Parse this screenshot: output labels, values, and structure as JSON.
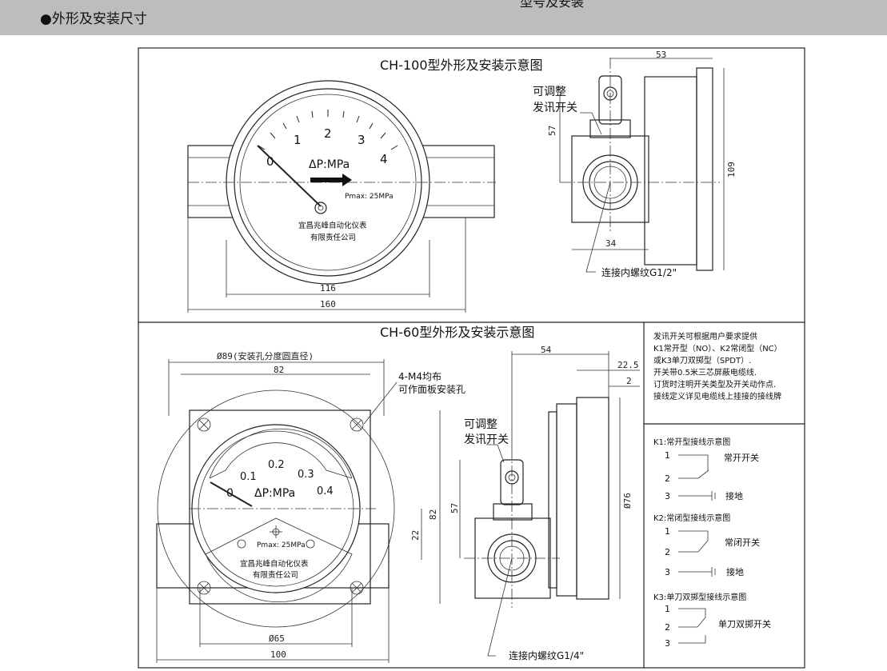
{
  "header": {
    "title": "●外形及安装尺寸",
    "clipped_text": "型号及安装"
  },
  "ch100": {
    "title": "CH-100型外形及安装示意图",
    "gauge": {
      "ticks": [
        "0",
        "1",
        "2",
        "3",
        "4"
      ],
      "unit": "ΔP:MPa",
      "pmax": "Pmax: 25MPa",
      "maker_line1": "宜昌兆峰自动化仪表",
      "maker_line2": "有限责任公司"
    },
    "dims": {
      "d116": "116",
      "d160": "160",
      "d53": "53",
      "d57": "57",
      "d109": "109",
      "d34": "34"
    },
    "switch_label_1": "可调整",
    "switch_label_2": "发讯开关",
    "thread_label": "连接内螺纹G1/2\""
  },
  "ch60": {
    "title": "CH-60型外形及安装示意图",
    "gauge": {
      "ticks": [
        "0",
        "0.1",
        "0.2",
        "0.3",
        "0.4"
      ],
      "unit": "ΔP:MPa",
      "pmax": "Pmax: 25MPa",
      "maker_line1": "宜昌兆峰自动化仪表",
      "maker_line2": "有限责任公司"
    },
    "dims": {
      "d89": "Ø89(安装孔分度圆直径)",
      "d82": "82",
      "d82v": "82",
      "d22": "22",
      "d65": "Ø65",
      "d100": "100",
      "d54": "54",
      "d22_5": "22.5",
      "d2": "2",
      "d57": "57",
      "d76": "Ø76"
    },
    "mount_label_1": "4-M4均布",
    "mount_label_2": "可作面板安装孔",
    "switch_label_1": "可调整",
    "switch_label_2": "发讯开关",
    "thread_label": "连接内螺纹G1/4\""
  },
  "notes": [
    "发讯开关可根据用户要求提供",
    "K1常开型（NO）、K2常闭型（NC）",
    "或K3单刀双掷型（SPDT）.",
    "开关带0.5米三芯屏蔽电缆线.",
    "订货时注明开关类型及开关动作点.",
    "接线定义详见电缆线上挂接的接线牌"
  ],
  "wiring": {
    "k1": {
      "title": "K1:常开型接线示意图",
      "pins": [
        "1",
        "2",
        "3"
      ],
      "switch_label": "常开开关",
      "ground_label": "接地"
    },
    "k2": {
      "title": "K2:常闭型接线示意图",
      "pins": [
        "1",
        "2",
        "3"
      ],
      "switch_label": "常闭开关",
      "ground_label": "接地"
    },
    "k3": {
      "title": "K3:单刀双掷型接线示意图",
      "pins": [
        "1",
        "2",
        "3"
      ],
      "switch_label": "单刀双掷开关"
    }
  }
}
